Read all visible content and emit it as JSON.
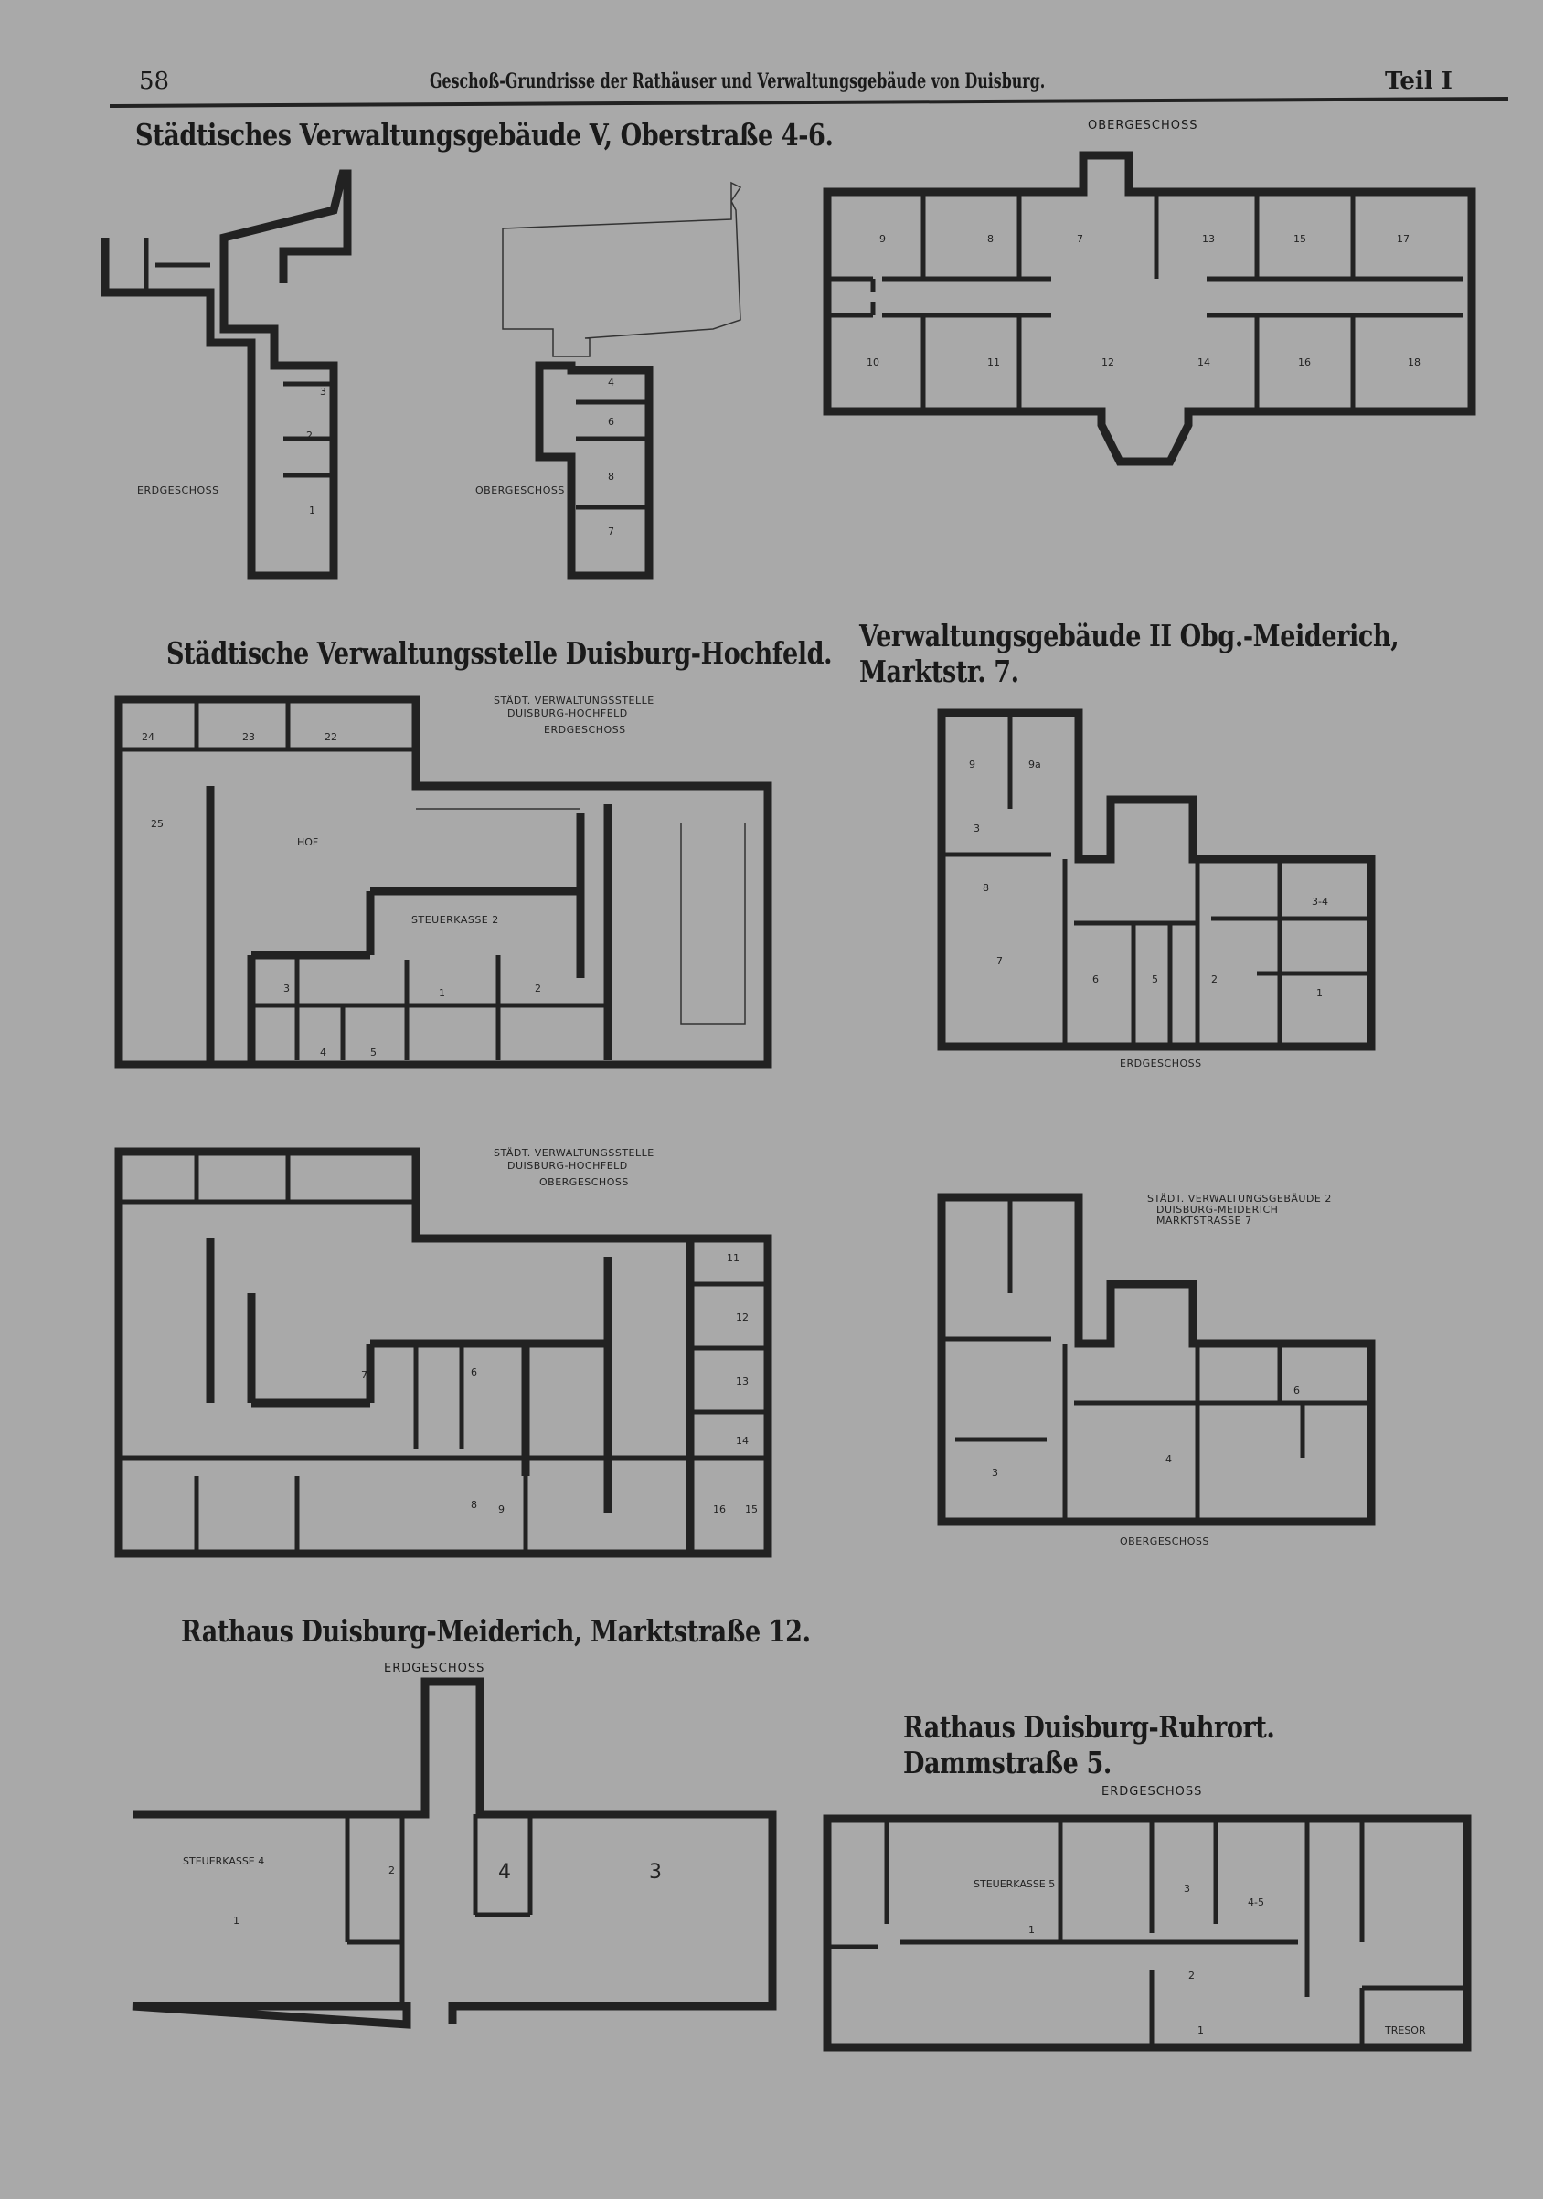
{
  "header": {
    "page_number": "58",
    "running_title": "Geschoß-Grundrisse der Rathäuser und Verwaltungsgebäude von Duisburg.",
    "part": "Teil I"
  },
  "sections": [
    {
      "title": "Städtisches Verwaltungsgebäude V, Oberstraße 4-6.",
      "plans": [
        {
          "label": "ERDGESCHOSS",
          "rooms": [
            "3",
            "2",
            "1"
          ]
        },
        {
          "label": "OBERGESCHOSS",
          "rooms": [
            "4",
            "6",
            "8",
            "7"
          ]
        },
        {
          "label": "OBERGESCHOSS",
          "rooms": [
            "9",
            "8",
            "7",
            "13",
            "15",
            "17",
            "10",
            "11",
            "12",
            "14",
            "16",
            "18"
          ]
        }
      ]
    },
    {
      "title": "Städtische Verwaltungsstelle Duisburg-Hochfeld.",
      "plans": [
        {
          "label": "ERDGESCHOSS",
          "caption": [
            "STÄDT. VERWALTUNGSSTELLE",
            "DUISBURG-HOCHFELD"
          ],
          "rooms": [
            "24",
            "23",
            "22",
            "25",
            "HOF",
            "STEUERKASSE 2",
            "3",
            "1",
            "2",
            "4",
            "5"
          ]
        },
        {
          "label": "OBERGESCHOSS",
          "caption": [
            "STÄDT. VERWALTUNGSSTELLE",
            "DUISBURG-HOCHFELD"
          ],
          "rooms": [
            "7",
            "6",
            "11",
            "12",
            "13",
            "14",
            "8",
            "9",
            "16",
            "15"
          ]
        }
      ]
    },
    {
      "title": "Verwaltungsgebäude II Obg.-Meiderich, Marktstr. 7.",
      "plans": [
        {
          "label": "ERDGESCHOSS",
          "rooms": [
            "9",
            "9a",
            "3",
            "8",
            "7",
            "6",
            "5",
            "2",
            "3-4",
            "1"
          ]
        },
        {
          "label": "OBERGESCHOSS",
          "caption": [
            "STÄDT. VERWALTUNGSGEBÄUDE 2",
            "DUISBURG-MEIDERICH",
            "MARKTSTRASSE 7"
          ],
          "rooms": [
            "6",
            "3",
            "4"
          ]
        }
      ]
    },
    {
      "title": "Rathaus Duisburg-Meiderich, Marktstraße 12.",
      "plans": [
        {
          "label": "ERDGESCHOSS",
          "rooms": [
            "STEUERKASSE 4",
            "1",
            "2",
            "4",
            "3"
          ]
        }
      ]
    },
    {
      "title": "Rathaus Duisburg-Ruhrort. Dammstraße 5.",
      "plans": [
        {
          "label": "ERDGESCHOSS",
          "rooms": [
            "STEUERKASSE 5",
            "3",
            "4-5",
            "1",
            "2",
            "1",
            "TRESOR"
          ]
        }
      ]
    }
  ]
}
